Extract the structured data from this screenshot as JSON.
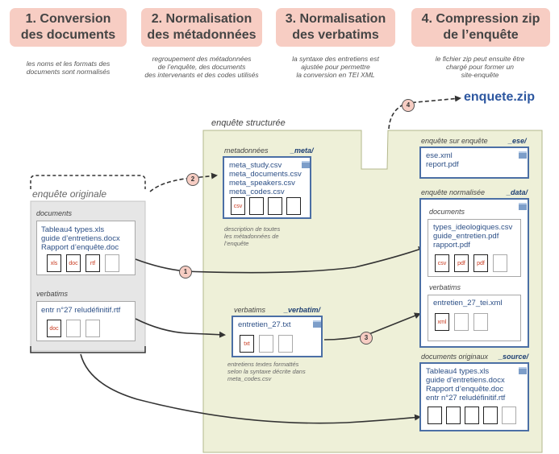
{
  "steps": [
    {
      "title": "1. Conversion\ndes documents",
      "desc": "les noms et les formats des\ndocuments sont normalisés"
    },
    {
      "title": "2. Normalisation\ndes métadonnées",
      "desc": "regroupement des métadonnées\nde l’enquête, des documents\ndes intervenants et des codes utilisés"
    },
    {
      "title": "3. Normalisation\ndes verbatims",
      "desc": "la syntaxe des entretiens est\najustée pour permettre\nla conversion en TEI XML"
    },
    {
      "title": "4. Compression zip\nde l’enquête",
      "desc": "le fichier zip peut ensuite être\nchargé pour former un\nsite-enquête"
    }
  ],
  "enquete_zip": "enquete.zip",
  "structuree_label": "enquête structurée",
  "originale": {
    "label": "enquête originale",
    "documents_label": "documents",
    "documents_files": "Tableau4 types.xls\nguide d’entretiens.docx\nRapport d’enquête.doc",
    "documents_icons": [
      "xls",
      "doc",
      "rtf",
      ""
    ],
    "verbatims_label": "verbatims",
    "verbatims_files": "entr n°27 reludéfinitif.rtf",
    "verbatims_icons": [
      "doc",
      "",
      ""
    ]
  },
  "meta": {
    "label": "metadonnées",
    "code": "_meta/",
    "files": "meta_study.csv\nmeta_documents.csv\nmeta_speakers.csv\nmeta_codes.csv",
    "icons": [
      "csv",
      "",
      "",
      ""
    ],
    "note": "description de toutes\nles métadonnées de\nl’enquête"
  },
  "verbatim": {
    "label": "verbatims",
    "code": "_verbatim/",
    "files": "entretien_27.txt",
    "icons": [
      "txt",
      "",
      ""
    ],
    "note": "entretiens textes formattés\nselon la syntaxe décrite dans\nmeta_codes.csv"
  },
  "ese": {
    "label": "enquête sur enquête",
    "code": "_ese/",
    "files": "ese.xml\nreport.pdf"
  },
  "data": {
    "label": "enquête normalisée",
    "code": "_data/",
    "documents_label": "documents",
    "documents_files": "types_ideologiques.csv\nguide_entretien.pdf\nrapport.pdf",
    "documents_icons": [
      "csv",
      "pdf",
      "pdf",
      ""
    ],
    "verbatims_label": "verbatims",
    "verbatims_files": "entretien_27_tei.xml",
    "verbatims_icons": [
      "xml",
      "",
      ""
    ]
  },
  "source": {
    "label": "documents originaux",
    "code": "_source/",
    "files": "Tableau4 types.xls\nguide d’entretiens.docx\nRapport d’enquête.doc\nentr n°27 reludéfinitif.rtf",
    "icons": [
      "",
      "",
      "",
      "",
      ""
    ]
  },
  "badges": [
    "1",
    "2",
    "3",
    "4"
  ],
  "colors": {
    "step_bg": "#f7cdc3",
    "zone_bg": "#eef0d8",
    "box_border": "#4b6fa5",
    "file_text": "#2c4f86",
    "zip_text": "#2d57a0"
  }
}
